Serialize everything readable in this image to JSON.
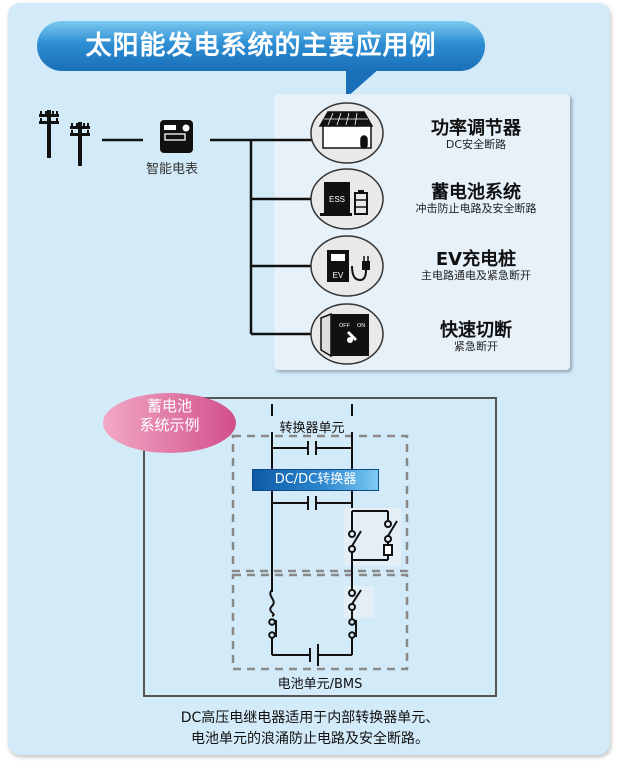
{
  "title": "太阳能发电系统的主要应用例",
  "grid": {
    "pole_icon": "utility-pole-icon",
    "meter_icon": "smart-meter-icon",
    "meter_label": "智能电表"
  },
  "applications": [
    {
      "icon": "solar-house-icon",
      "title": "功率调节器",
      "subtitle": "DC安全断路"
    },
    {
      "icon": "ess-battery-icon",
      "title": "蓄电池系统",
      "subtitle": "冲击防止电路及安全断路",
      "icon_text": "ESS"
    },
    {
      "icon": "ev-charger-icon",
      "title": "EV充电桩",
      "subtitle": "主电路通电及紧急断开",
      "icon_text": "EV"
    },
    {
      "icon": "quick-disconnect-icon",
      "title": "快速切断",
      "subtitle": "紧急断开",
      "icon_text_off": "OFF",
      "icon_text_on": "ON"
    }
  ],
  "battery_example": {
    "badge_line1": "蓄电池",
    "badge_line2": "系统示例",
    "converter_unit_label": "转换器单元",
    "dcdc_label": "DC/DC转换器",
    "battery_unit_label": "电池单元/BMS"
  },
  "caption": {
    "line1": "DC高压电继电器适用于内部转换器单元、",
    "line2": "电池单元的浪涌防止电路及安全断路。"
  },
  "colors": {
    "panel_bg": "#d3ebf8",
    "title_blue": "#1a6fb9",
    "badge_pink": "#d24f8b",
    "apps_bg": "#e6f1f9"
  }
}
